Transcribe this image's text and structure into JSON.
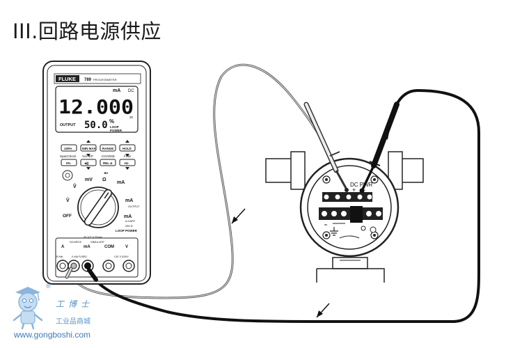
{
  "title": "III.回路电源供应",
  "meter": {
    "brand": "FLUKE",
    "model": "789",
    "model_sub": "PROCESSMETER",
    "display": {
      "main_value": "12.000",
      "main_unit": "mA",
      "mode": "DC",
      "range": "30",
      "output_label": "OUTPUT",
      "secondary_value": "50.0",
      "secondary_unit": "%",
      "loop_power_1": "LOOP",
      "loop_power_2": "POWER"
    },
    "buttons": {
      "row1": [
        "100%",
        "MIN MAX",
        "RANGE",
        "HOLD"
      ],
      "row2_labels": [
        "SpanCheck",
        "%STEP",
        "COARSE",
        "FINE"
      ],
      "row2": [
        "0%",
        "◀))",
        "REL Δ",
        "Hz"
      ]
    },
    "dial": {
      "v_ac": "Ṽ",
      "mv": "mV",
      "ohm": "Ω",
      "diode": "◄▸",
      "ma_top": "mA",
      "v_dc": "V̄",
      "off": "OFF",
      "ma_right": "mA",
      "ma_source": "mA",
      "loop_power": "LOOP POWER",
      "hart": "A HART",
      "output": "OUTPUT",
      "range_250": "250 Ω"
    },
    "jacks": {
      "source_label": "SOURCE",
      "simulate_label": "SIMULATE",
      "rating": "30 V/T 0.35mA",
      "a_label": "A",
      "ma_label": "mA",
      "com_label": "COM",
      "v_label": "V",
      "amp_spec": "30 Min",
      "fused": "0.44A FUSED",
      "cat": "CAT II 1000V"
    }
  },
  "transmitter": {
    "dc_pwr_label": "DC PWR",
    "plus": "+",
    "minus": "−"
  },
  "watermark": {
    "name": "工博士",
    "sub": "工业品商城",
    "url": "www.gongboshi.com",
    "reg": "®"
  }
}
